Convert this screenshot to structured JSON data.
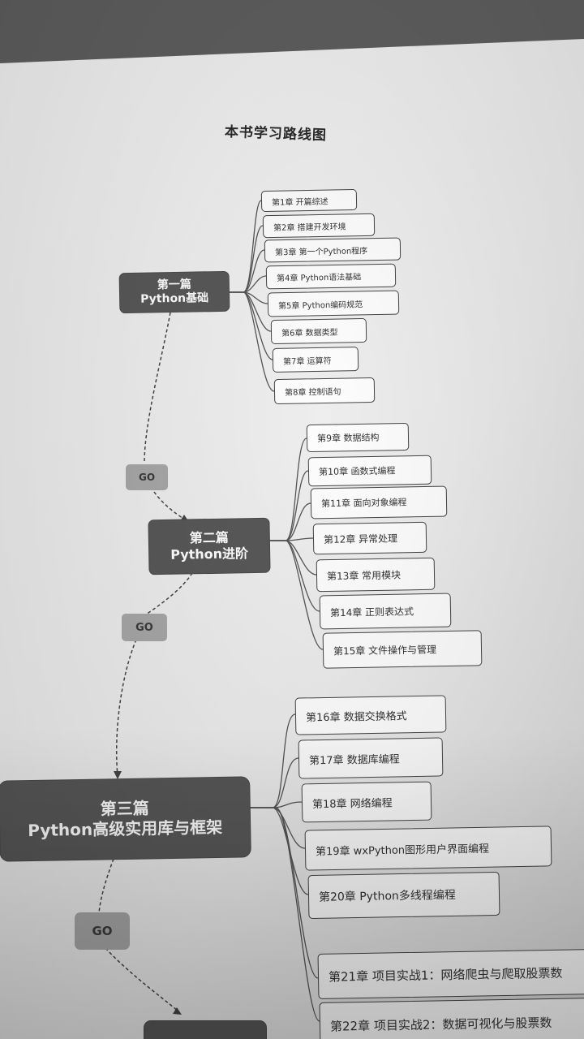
{
  "page": {
    "title": "本书学习路线图"
  },
  "parts": [
    {
      "title": "第一篇",
      "subtitle": "Python基础"
    },
    {
      "title": "第二篇",
      "subtitle": "Python进阶"
    },
    {
      "title": "第三篇",
      "subtitle": "Python高级实用库与框架"
    }
  ],
  "go_label": "GO",
  "chapters": [
    "第1章 开篇综述",
    "第2章 搭建开发环境",
    "第3章 第一个Python程序",
    "第4章 Python语法基础",
    "第5章 Python编码规范",
    "第6章 数据类型",
    "第7章 运算符",
    "第8章 控制语句",
    "第9章 数据结构",
    "第10章 函数式编程",
    "第11章 面向对象编程",
    "第12章 异常处理",
    "第13章 常用模块",
    "第14章 正则表达式",
    "第15章 文件操作与管理",
    "第16章 数据交换格式",
    "第17章 数据库编程",
    "第18章 网络编程",
    "第19章 wxPython图形用户界面编程",
    "第20章 Python多线程编程",
    "第21章 项目实战1：网络爬虫与爬取股票数",
    "第22章 项目实战2：数据可视化与股票数"
  ]
}
